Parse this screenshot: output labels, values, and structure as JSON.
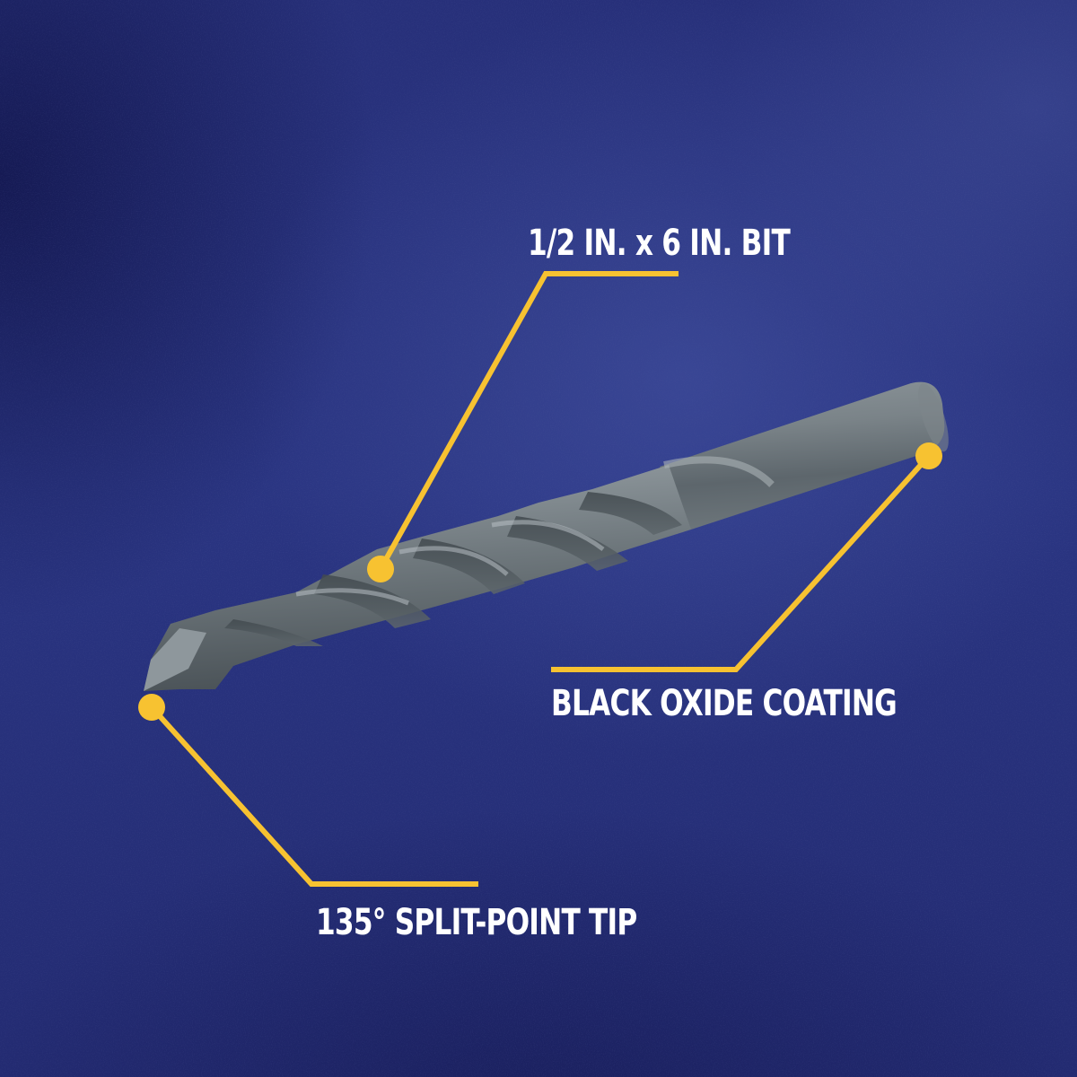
{
  "graphic": {
    "subject": "twist drill bit",
    "background_color": "#2a3480",
    "accent_color": "#f7c231",
    "text_color": "#ffffff"
  },
  "callouts": [
    {
      "id": "size",
      "label": "1/2 IN. x 6 IN. BIT",
      "icon": "callout-dot-icon"
    },
    {
      "id": "coating",
      "label": "BLACK OXIDE COATING",
      "icon": "callout-dot-icon"
    },
    {
      "id": "tip",
      "label": "135° SPLIT-POINT TIP",
      "icon": "callout-dot-icon"
    }
  ]
}
